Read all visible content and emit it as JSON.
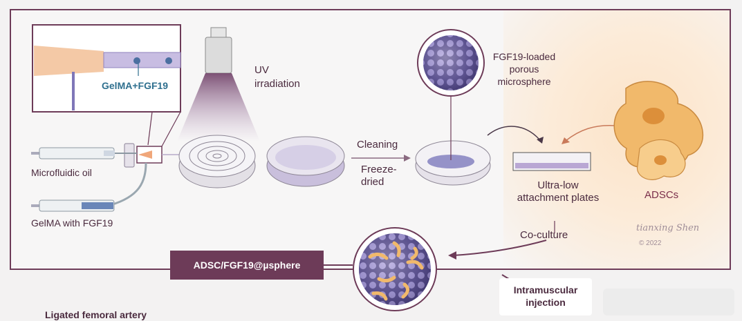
{
  "labels": {
    "gelma_fgf19": "GelMA+FGF19",
    "uv": "UV",
    "irradiation": "irradiation",
    "microsphere": "FGF19-loaded\nporous\nmicrosphere",
    "cleaning": "Cleaning",
    "freeze_dried": "Freeze-\ndried",
    "microfluidic_oil": "Microfluidic oil",
    "gelma_with": "GelMA with FGF19",
    "ultra_low": "Ultra-low\nattachment plates",
    "adscs": "ADSCs",
    "signature": "tianxing Shen",
    "year": "© 2022",
    "coculture": "Co-culture",
    "banner": "ADSC/FGF19@µsphere",
    "injection": "Intramuscular\ninjection",
    "ligated": "Ligated femoral artery"
  },
  "colors": {
    "frame": "#6d3b58",
    "lilac": "#b9a7d4",
    "sphere": "#5d5199",
    "cell": "#f1b96b",
    "teal": "#2e6f8e"
  }
}
